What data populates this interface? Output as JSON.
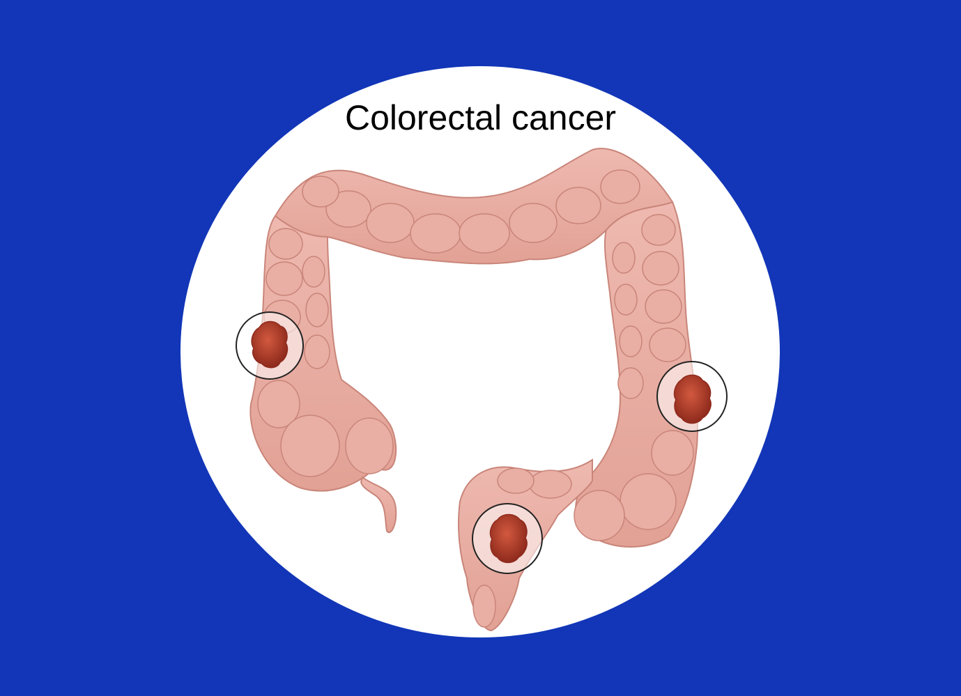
{
  "title": "Colorectal cancer",
  "colors": {
    "background": "#1236b7",
    "circle": "#ffffff",
    "colon_fill": "#e8ada3",
    "colon_shade": "#d79286",
    "colon_stroke": "#c98579",
    "tumor": "#b8412f",
    "tumor_dark": "#8e2a1c",
    "callout_ring": "#222222"
  },
  "icons": {
    "colon": "colon-illustration",
    "tumor": "tumor-icon"
  },
  "tumor_locations": [
    "ascending-colon",
    "descending-colon",
    "sigmoid-colon"
  ]
}
